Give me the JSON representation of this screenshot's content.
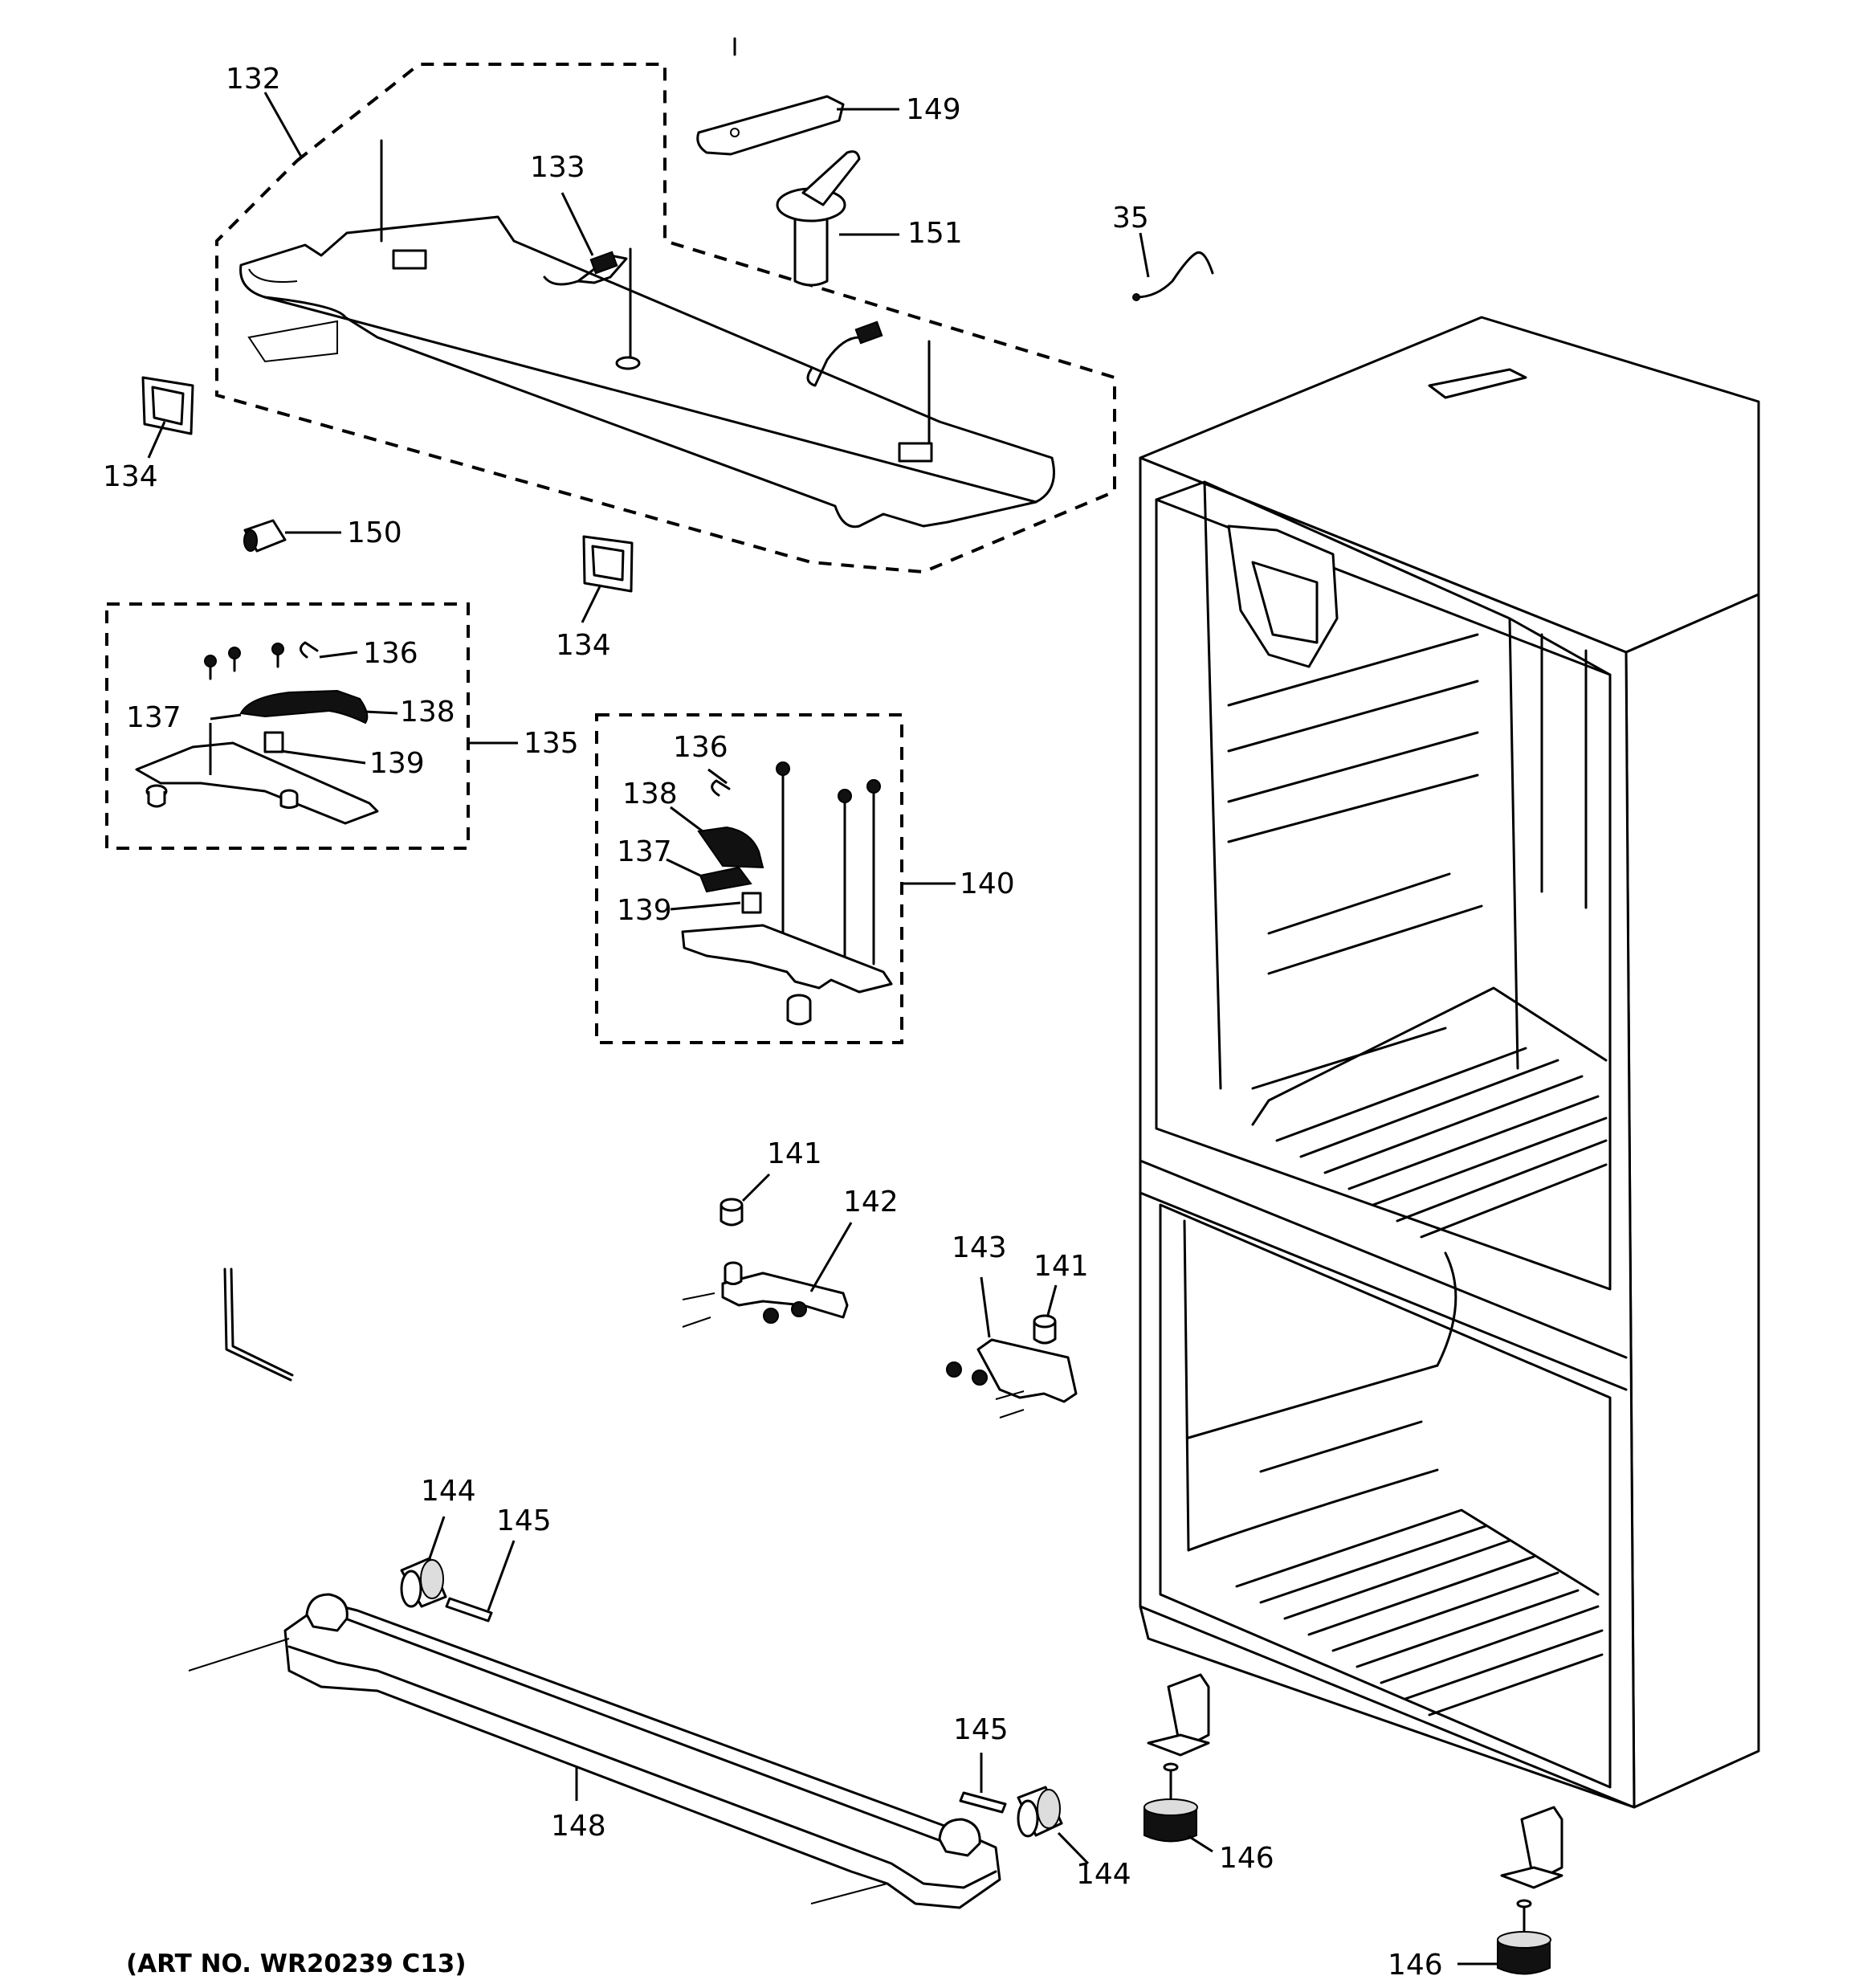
{
  "art_number": "(ART NO. WR20239 C13)",
  "callouts": {
    "c35": "35",
    "c132": "132",
    "c133": "133",
    "c134a": "134",
    "c134b": "134",
    "c135": "135",
    "c136a": "136",
    "c136b": "136",
    "c137a": "137",
    "c137b": "137",
    "c138a": "138",
    "c138b": "138",
    "c139a": "139",
    "c139b": "139",
    "c140": "140",
    "c141a": "141",
    "c141b": "141",
    "c142": "142",
    "c143": "143",
    "c144a": "144",
    "c144b": "144",
    "c145a": "145",
    "c145b": "145",
    "c146a": "146",
    "c146b": "146",
    "c148": "148",
    "c149": "149",
    "c150": "150",
    "c151": "151"
  }
}
